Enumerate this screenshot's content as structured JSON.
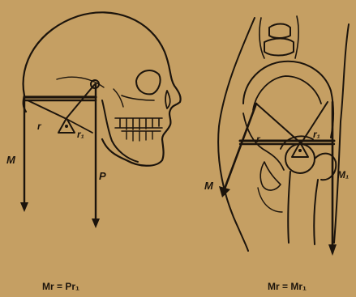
{
  "left_figure": {
    "labels": {
      "force_left": "M",
      "force_right": "P",
      "arm_left": "r",
      "arm_right": "r₁"
    },
    "caption": "Mr = Pr₁"
  },
  "right_figure": {
    "labels": {
      "force_left": "M",
      "force_right": "M₁",
      "arm_left": "r",
      "arm_right": "r₁"
    },
    "caption": "Mr = Mr₁"
  },
  "colors": {
    "paper": "#c9a368",
    "ink": "#1c140c"
  }
}
